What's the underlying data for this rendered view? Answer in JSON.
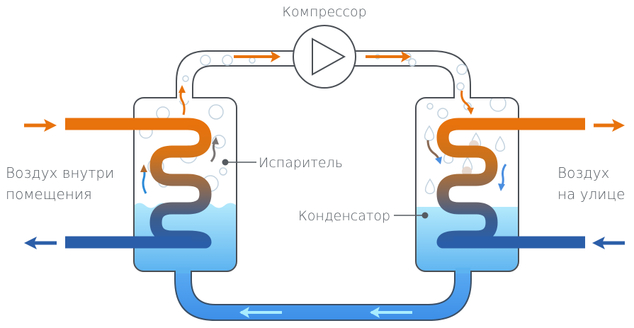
{
  "diagram": {
    "title": "Heat pump cycle",
    "compressor_label": "Компрессор",
    "evaporator_label": "Испаритель",
    "condenser_label": "Конденсатор",
    "indoor_air_label_line1": "Воздух внутри",
    "indoor_air_label_line2": "помещения",
    "outdoor_air_label_line1": "Воздух",
    "outdoor_air_label_line2": "на улице"
  },
  "colors": {
    "hot": "#e8720c",
    "mid": "#8a6a55",
    "cold": "#2b5ea8",
    "liquid_top": "#a9e4fb",
    "liquid_bottom": "#5eb6f1",
    "return_pipe": "#4a9cf0",
    "return_arrow": "#a8ecff",
    "outline": "#4a4f55",
    "bubble": "#c3d3df",
    "text": "#555b61"
  },
  "flow": {
    "top_pipe_direction": "left-to-right",
    "bottom_pipe_direction": "right-to-left",
    "left_air_in": "hot",
    "left_air_out": "cold",
    "right_air_in": "cold",
    "right_air_out": "hot"
  }
}
